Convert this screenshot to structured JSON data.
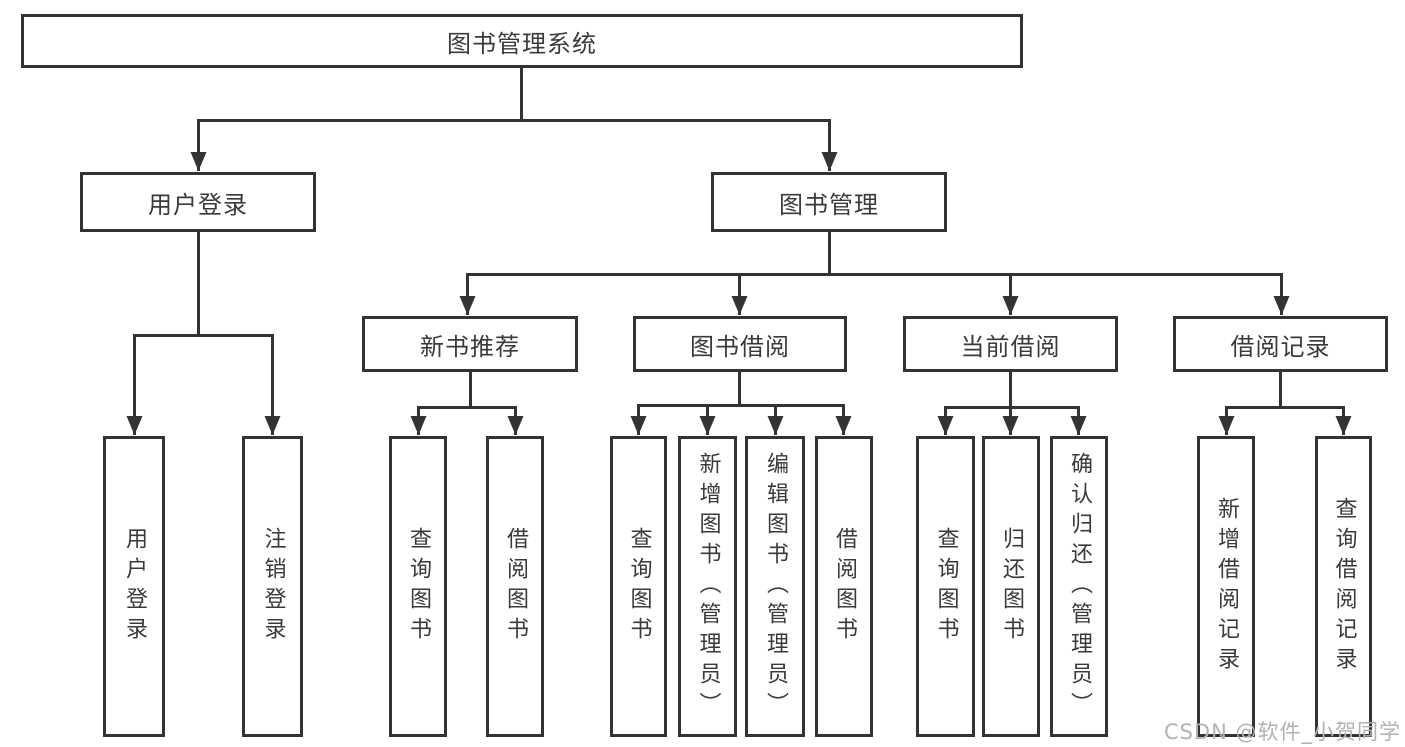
{
  "page": {
    "background": "#ffffff",
    "line_color": "#333333",
    "text_color": "#3a3a3a"
  },
  "watermark": {
    "text": "CSDN @软件_小贺同学",
    "color": "#b2b2b2"
  },
  "tree": {
    "root": {
      "label": "图书管理系统"
    },
    "level2": [
      {
        "label": "用户登录"
      },
      {
        "label": "图书管理"
      }
    ],
    "level3": [
      {
        "label": "新书推荐",
        "parent": "图书管理"
      },
      {
        "label": "图书借阅",
        "parent": "图书管理"
      },
      {
        "label": "当前借阅",
        "parent": "图书管理"
      },
      {
        "label": "借阅记录",
        "parent": "图书管理"
      }
    ],
    "leaves": [
      {
        "label": "用户登录",
        "parent": "用户登录"
      },
      {
        "label": "注销登录",
        "parent": "用户登录"
      },
      {
        "label": "查询图书",
        "parent": "新书推荐"
      },
      {
        "label": "借阅图书",
        "parent": "新书推荐"
      },
      {
        "label": "查询图书",
        "parent": "图书借阅"
      },
      {
        "label": "新增图书（管理员）",
        "parent": "图书借阅"
      },
      {
        "label": "编辑图书（管理员）",
        "parent": "图书借阅"
      },
      {
        "label": "借阅图书",
        "parent": "图书借阅"
      },
      {
        "label": "查询图书",
        "parent": "当前借阅"
      },
      {
        "label": "归还图书",
        "parent": "当前借阅"
      },
      {
        "label": "确认归还（管理员）",
        "parent": "当前借阅"
      },
      {
        "label": "新增借阅记录",
        "parent": "借阅记录"
      },
      {
        "label": "查询借阅记录",
        "parent": "借阅记录"
      }
    ]
  }
}
